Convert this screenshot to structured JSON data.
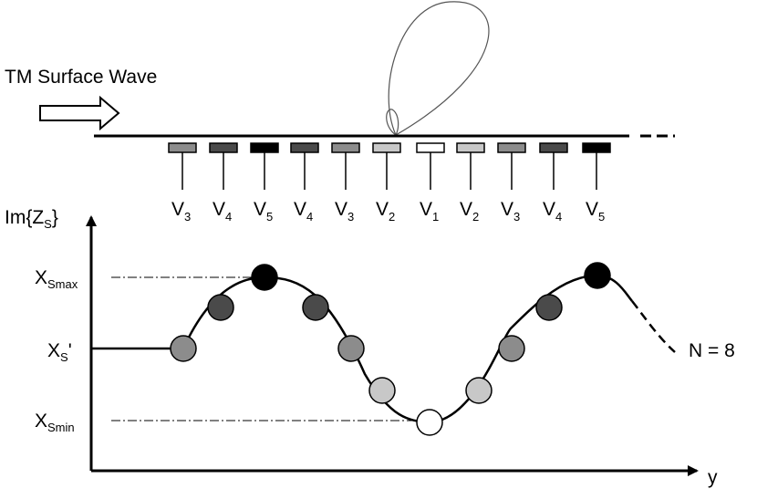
{
  "wave_label": "TM Surface Wave",
  "lobe_icon": "radiation-pattern-lobe",
  "arrow_icon": "hollow-right-arrow",
  "colors": {
    "V1": "#ffffff",
    "V2": "#c8c8c8",
    "V3": "#8c8c8c",
    "V4": "#4a4a4a",
    "V5": "#000000",
    "line": "#000000"
  },
  "voltages": [
    {
      "base": "V",
      "sub": "3",
      "level": "V3"
    },
    {
      "base": "V",
      "sub": "4",
      "level": "V4"
    },
    {
      "base": "V",
      "sub": "5",
      "level": "V5"
    },
    {
      "base": "V",
      "sub": "4",
      "level": "V4"
    },
    {
      "base": "V",
      "sub": "3",
      "level": "V3"
    },
    {
      "base": "V",
      "sub": "2",
      "level": "V2"
    },
    {
      "base": "V",
      "sub": "1",
      "level": "V1"
    },
    {
      "base": "V",
      "sub": "2",
      "level": "V2"
    },
    {
      "base": "V",
      "sub": "3",
      "level": "V3"
    },
    {
      "base": "V",
      "sub": "4",
      "level": "V4"
    },
    {
      "base": "V",
      "sub": "5",
      "level": "V5"
    }
  ],
  "axis": {
    "y_label": {
      "base": "Im{Z",
      "sub": "S",
      "tail": "}"
    },
    "x_label": "y",
    "smax": {
      "base": "X",
      "sub": "Smax"
    },
    "savg": {
      "base": "X",
      "sub": "S",
      "tail": "'"
    },
    "smin": {
      "base": "X",
      "sub": "Smin"
    }
  },
  "n_label": "N = 8"
}
